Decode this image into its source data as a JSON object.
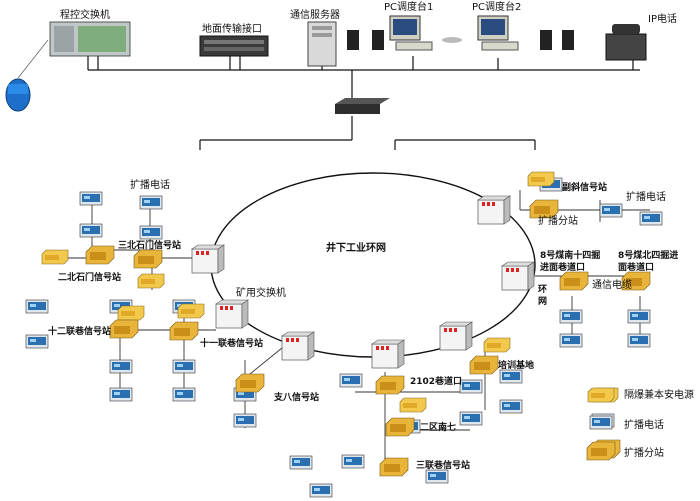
{
  "top": {
    "pbx": "程控交换机",
    "ground_interface": "地面传输接口",
    "comm_server": "通信服务器",
    "pc1": "PC调度台1",
    "pc2": "PC调度台2",
    "ip_phone": "IP电话"
  },
  "ring": {
    "title": "井下工业环网",
    "mine_switch": "矿用交换机"
  },
  "stations": {
    "broadcast_phone_left": "扩播电话",
    "sanbei_sig": "三北石门信号站",
    "erbei_sig": "二北石门信号站",
    "shier": "十二联巷信号站",
    "shiyi": "十一联巷信号站",
    "zhiba": "支八信号站",
    "xiangkou2102": "2102巷道口",
    "erqu_nan7": "二区南七",
    "sanlian": "三联巷信号站",
    "peixun": "培训基地",
    "fuxie": "副斜信号站",
    "broadcast_phone_right": "扩播电话",
    "broadcast_sub": "扩播分站",
    "coal8_south": "8号煤南十四掘进面巷道口",
    "coal8_north": "8号煤北四掘进面巷道口",
    "ring_net": "环网",
    "comm_cable": "通信电缆"
  },
  "legend": {
    "items": [
      {
        "label": "隔爆兼本安电源",
        "icon": "power-supply-icon"
      },
      {
        "label": "扩播电话",
        "icon": "broadcast-phone-icon"
      },
      {
        "label": "扩播分站",
        "icon": "broadcast-substation-icon"
      }
    ]
  }
}
